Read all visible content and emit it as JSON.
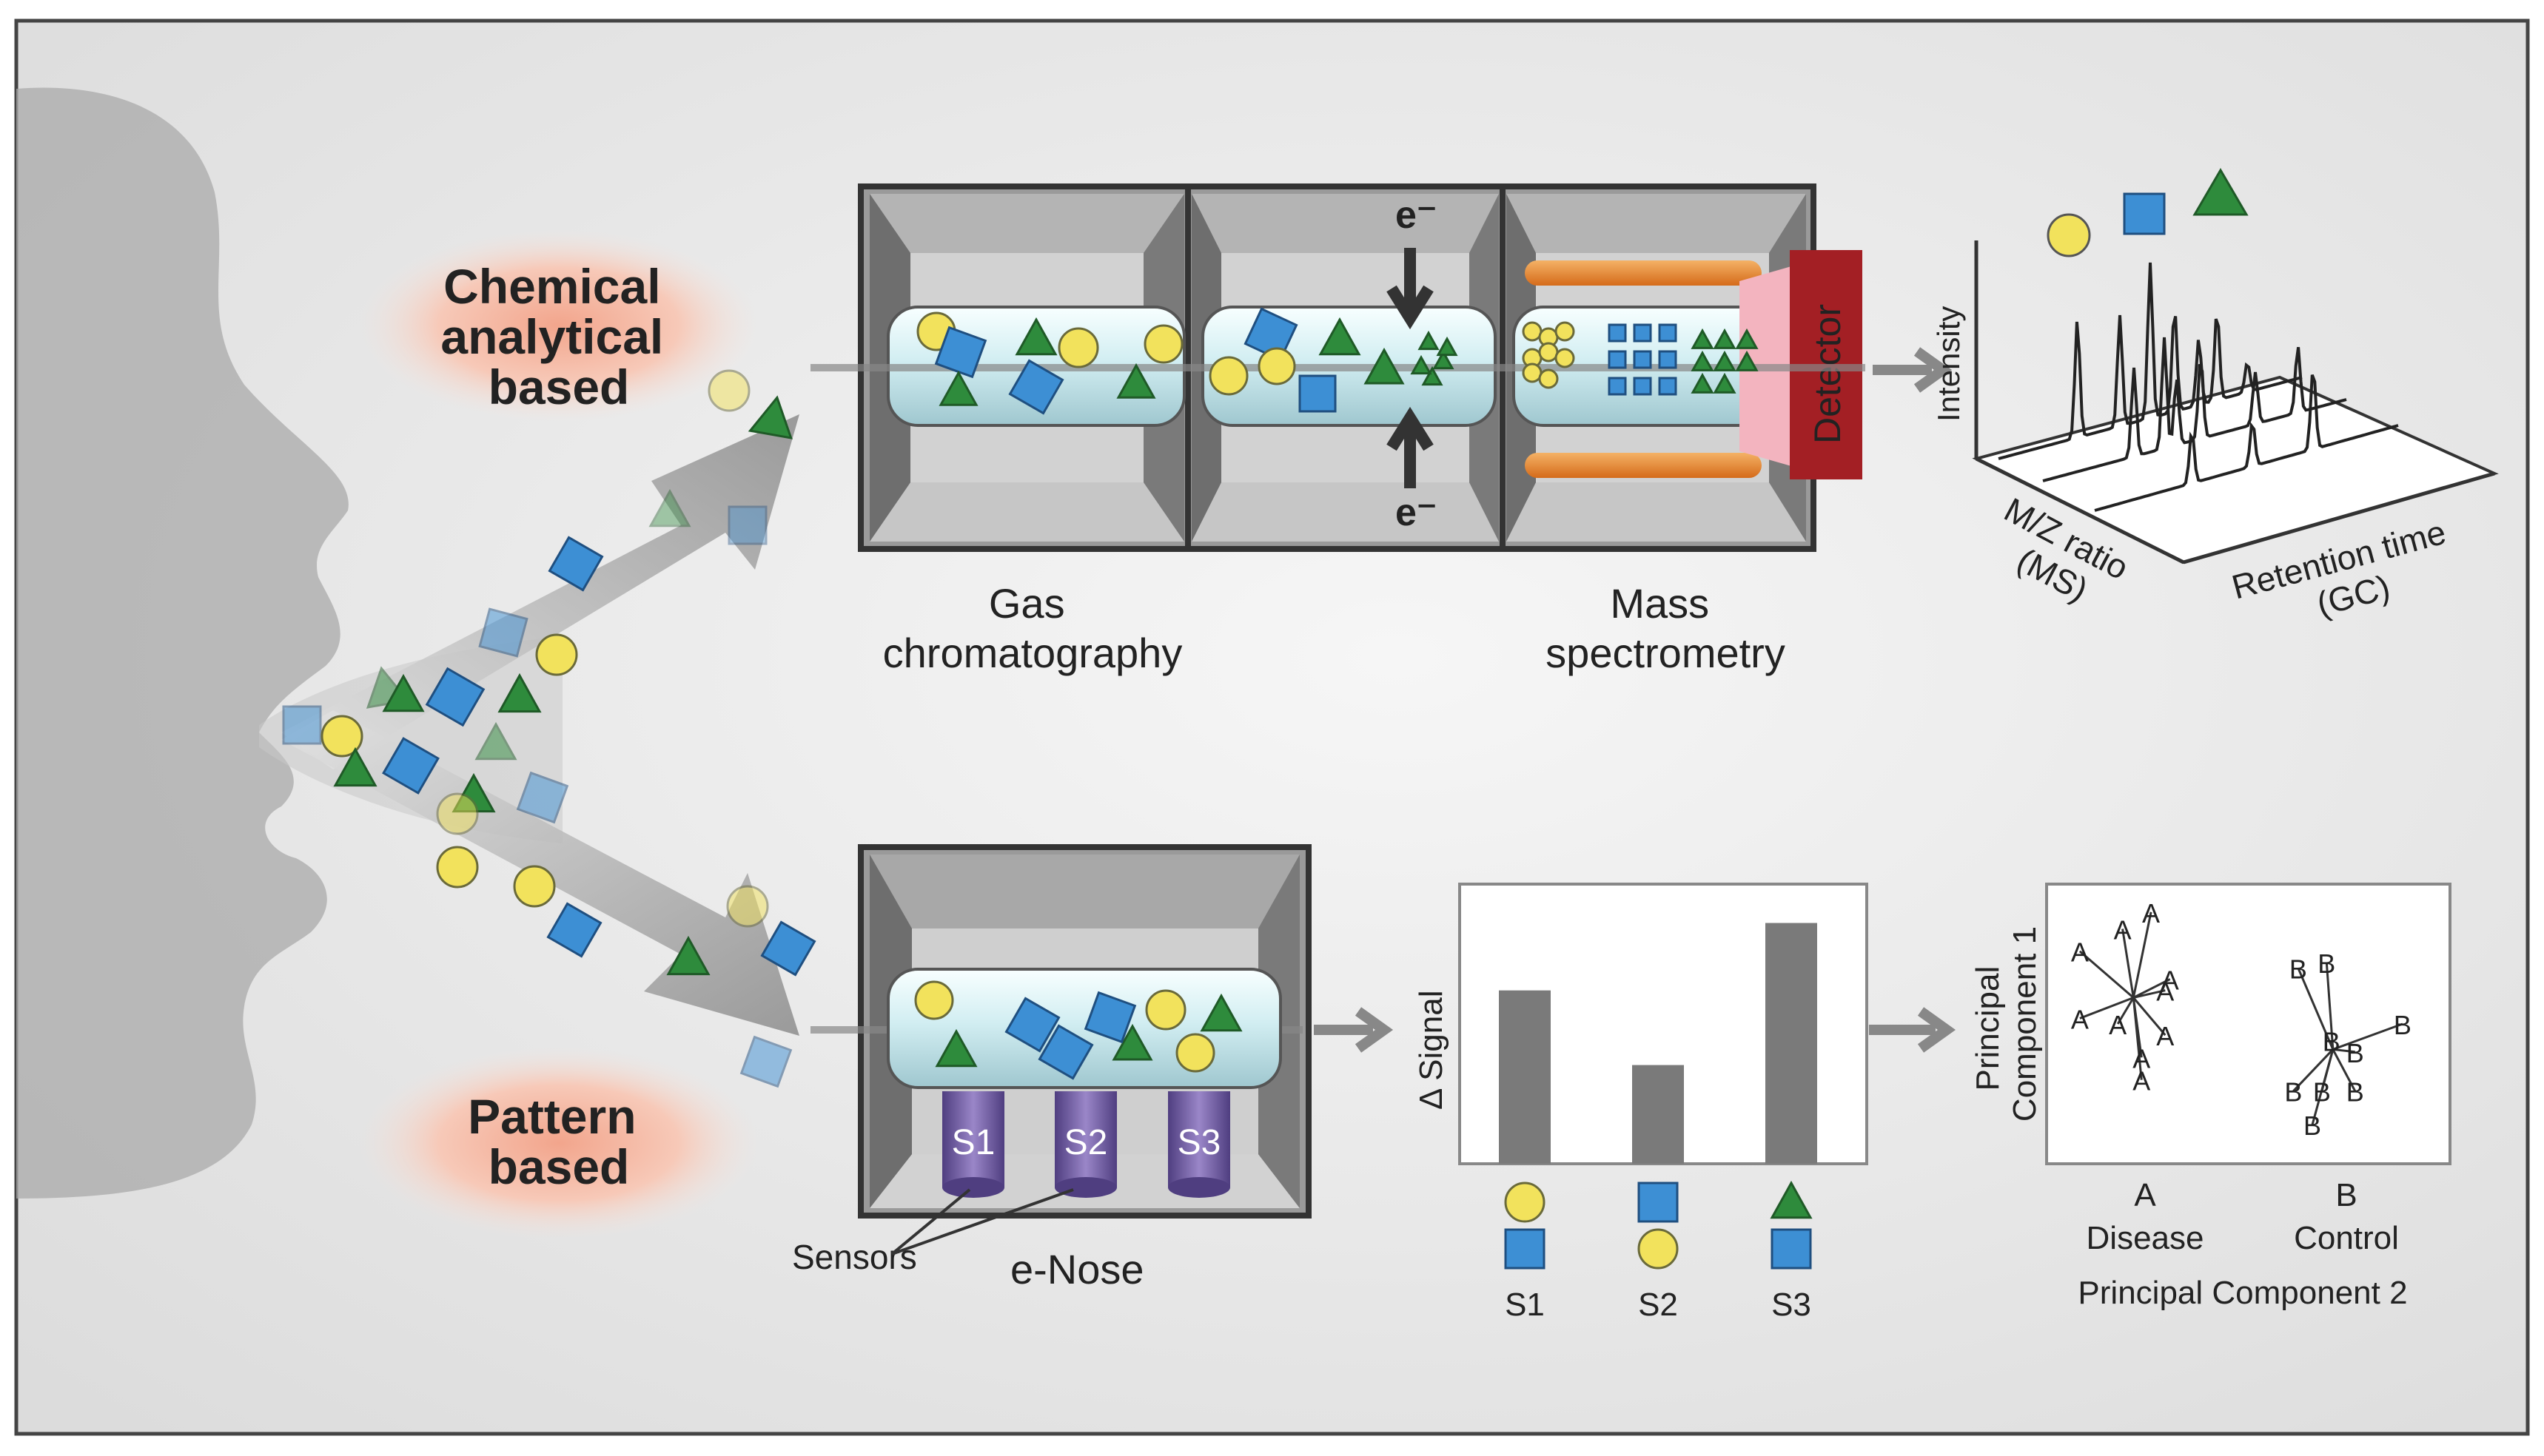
{
  "methods": {
    "chemical": "Chemical\nanalytical\nbased",
    "pattern": "Pattern\nbased"
  },
  "gc_ms": {
    "electron_top": "e⁻",
    "electron_bottom": "e⁻",
    "detector": "Detector",
    "gas_label": "Gas\nchromatography",
    "mass_label": "Mass\nspectrometry"
  },
  "spectrum": {
    "y_axis": "Intensity",
    "mz_axis": "M/Z ratio\n(MS)",
    "rt_axis": "Retention time\n(GC)"
  },
  "enose": {
    "sensors": [
      "S1",
      "S2",
      "S3"
    ],
    "sensors_label": "Sensors",
    "name": "e-Nose"
  },
  "chart_data": [
    {
      "type": "bar",
      "ylabel": "Δ Signal",
      "categories": [
        "S1",
        "S2",
        "S3"
      ],
      "values": [
        0.72,
        0.41,
        1.0
      ],
      "ylim": [
        0,
        1.1
      ],
      "grid": false
    },
    {
      "type": "scatter",
      "ylabel": "Principal\nComponent 1",
      "xlabel": "Principal Component 2",
      "series": [
        {
          "name": "A",
          "label": "Disease",
          "points": [
            [
              0.32,
              0.84
            ],
            [
              0.44,
              0.9
            ],
            [
              0.14,
              0.76
            ],
            [
              0.52,
              0.66
            ],
            [
              0.14,
              0.52
            ],
            [
              0.3,
              0.5
            ],
            [
              0.5,
              0.46
            ],
            [
              0.4,
              0.38
            ],
            [
              0.4,
              0.3
            ],
            [
              0.5,
              0.62
            ]
          ]
        },
        {
          "name": "B",
          "label": "Control",
          "points": [
            [
              1.06,
              0.7
            ],
            [
              1.18,
              0.72
            ],
            [
              1.5,
              0.5
            ],
            [
              1.3,
              0.4
            ],
            [
              1.04,
              0.26
            ],
            [
              1.16,
              0.26
            ],
            [
              1.3,
              0.26
            ],
            [
              1.12,
              0.14
            ],
            [
              1.2,
              0.44
            ]
          ]
        }
      ]
    }
  ],
  "colors": {
    "circle": "#f2e25c",
    "square": "#3d8fd4",
    "triangle": "#2e8b3c",
    "bar": "#7a7a7a",
    "detector": "#a31f24",
    "heater": "#e88a2c",
    "sensor": "#6e5a9c"
  }
}
